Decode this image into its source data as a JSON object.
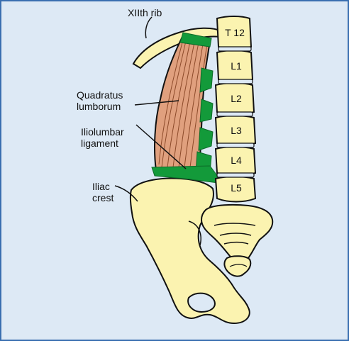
{
  "figure": {
    "colors": {
      "background": "#dde9f5",
      "border": "#3a6fb0",
      "bone": "#fbf3b0",
      "muscle": "#e0a07e",
      "muscle_fiber": "#8c4a2a",
      "ligament": "#139a3a",
      "outline": "#111111"
    },
    "labels": {
      "rib": "XIIth rib",
      "quadratus_line1": "Quadratus",
      "quadratus_line2": "lumborum",
      "iliolumbar_line1": "Iliolumbar",
      "iliolumbar_line2": "ligament",
      "iliac_line1": "Iliac",
      "iliac_line2": "crest"
    },
    "vertebrae": [
      "T 12",
      "L1",
      "L2",
      "L3",
      "L4",
      "L5"
    ]
  }
}
